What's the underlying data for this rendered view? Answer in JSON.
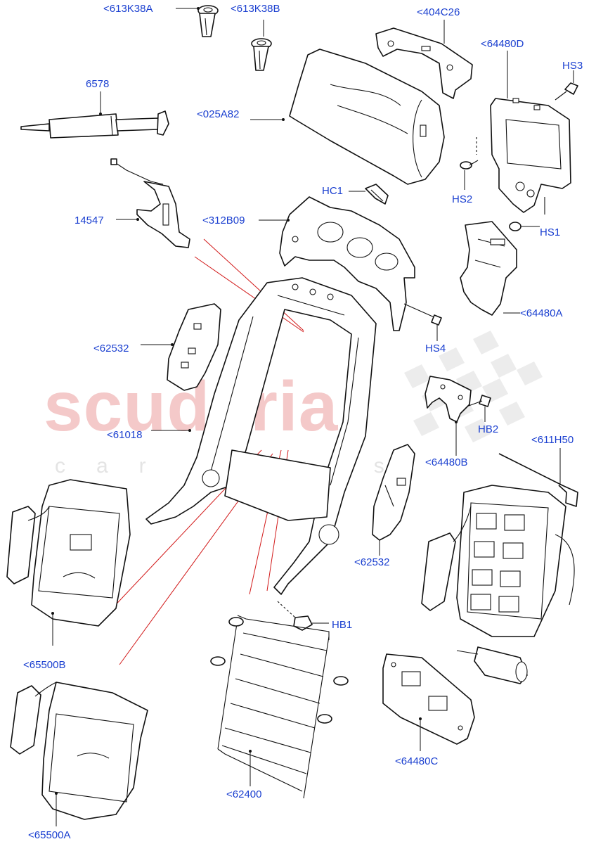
{
  "watermark": {
    "brand": "scuderia",
    "tagline": "car parts"
  },
  "callouts": [
    {
      "id": "613K38A",
      "text": "<613K38A"
    },
    {
      "id": "613K38B",
      "text": "<613K38B"
    },
    {
      "id": "404C26",
      "text": "<404C26"
    },
    {
      "id": "64480D",
      "text": "<64480D"
    },
    {
      "id": "HS3",
      "text": "HS3"
    },
    {
      "id": "6578",
      "text": "6578"
    },
    {
      "id": "025A82",
      "text": "<025A82"
    },
    {
      "id": "HS2",
      "text": "HS2"
    },
    {
      "id": "HC1",
      "text": "HC1"
    },
    {
      "id": "HS1",
      "text": "HS1"
    },
    {
      "id": "14547",
      "text": "14547"
    },
    {
      "id": "312B09",
      "text": "<312B09"
    },
    {
      "id": "64480A",
      "text": "<64480A"
    },
    {
      "id": "62532_upper",
      "text": "<62532"
    },
    {
      "id": "HS4",
      "text": "HS4"
    },
    {
      "id": "HB2",
      "text": "HB2"
    },
    {
      "id": "61018",
      "text": "<61018"
    },
    {
      "id": "611H50",
      "text": "<611H50"
    },
    {
      "id": "64480B",
      "text": "<64480B"
    },
    {
      "id": "62532_lower",
      "text": "<62532"
    },
    {
      "id": "HB1",
      "text": "HB1"
    },
    {
      "id": "65500B",
      "text": "<65500B"
    },
    {
      "id": "64480C",
      "text": "<64480C"
    },
    {
      "id": "62400",
      "text": "<62400"
    },
    {
      "id": "65500A",
      "text": "<65500A"
    }
  ]
}
